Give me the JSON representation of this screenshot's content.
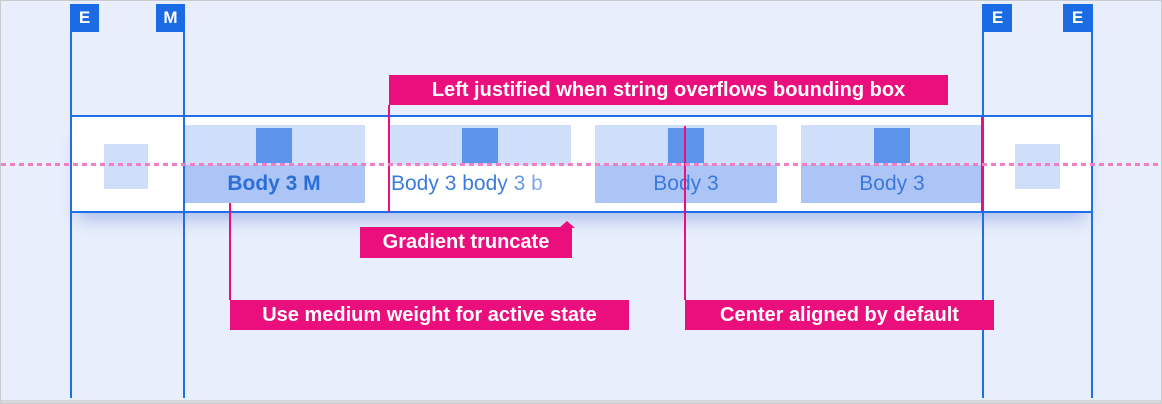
{
  "colors": {
    "background": "#e8eefc",
    "blue": "#1f6fe8",
    "marker_blue": "#1b6ce4",
    "tab_top_bg": "#cfdef9",
    "tab_label_bg": "#adc4f6",
    "icon_blue": "#5d93ea",
    "text_blue": "#3a7adc",
    "active_text_blue": "#2b6fd6",
    "magenta": "#eb0f7e",
    "dashed_pink": "#f07fc5",
    "bar_bg": "#ffffff"
  },
  "markers": [
    {
      "letter": "E"
    },
    {
      "letter": "M"
    },
    {
      "letter": "E"
    },
    {
      "letter": "E"
    }
  ],
  "tabbar": {
    "tabs": [
      {
        "label": "Body 3 M",
        "state": "active"
      },
      {
        "label": "Body 3 body 3 b",
        "state": "gradient-truncated"
      },
      {
        "label": "Body 3",
        "state": "default"
      },
      {
        "label": "Body 3",
        "state": "default"
      }
    ]
  },
  "icons": {
    "tab_icon": "placeholder-square",
    "edge_icon": "partial-tab-placeholder-square"
  },
  "annotations": {
    "left_justified": "Left justified when string overflows bounding box",
    "gradient_truncate": "Gradient truncate",
    "medium_weight": "Use medium weight for active state",
    "center_aligned": "Center aligned by default"
  }
}
